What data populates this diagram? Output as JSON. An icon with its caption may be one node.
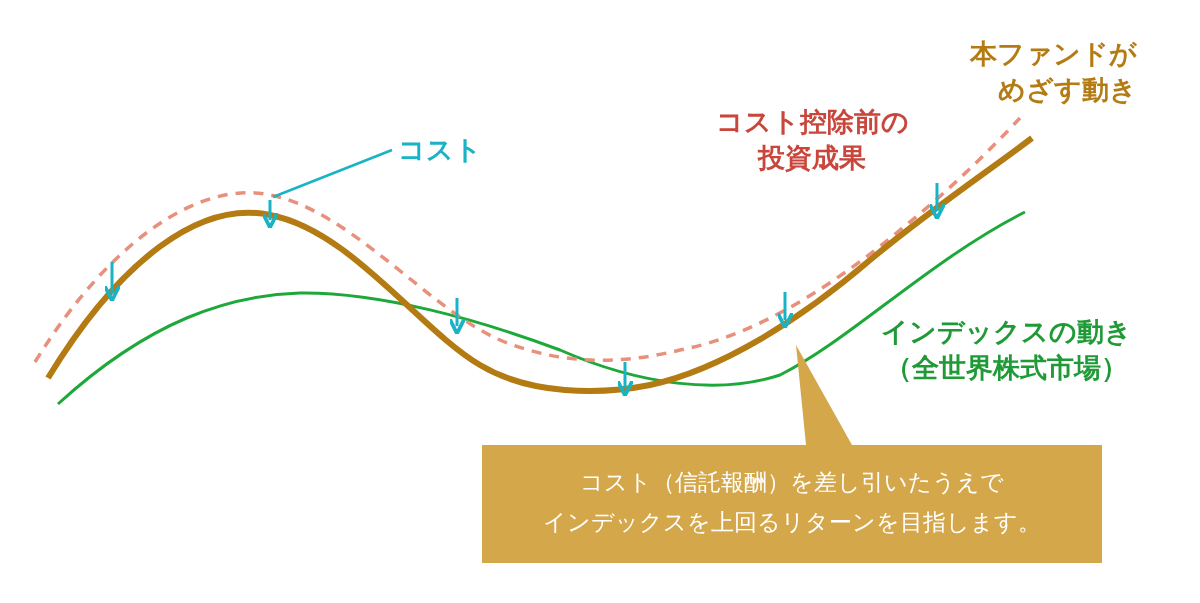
{
  "diagram": {
    "nodes": [
      {
        "text": [
          "コスト"
        ]
      },
      {
        "text": [
          "コスト（信託報酬）を差し引いたうえでインデックスを上回るリターンを目指します。"
        ]
      },
      {
        "text": [],
        "shape": "arrow"
      }
    ],
    "edges": [
      {
        "from": 0,
        "to": 2,
        "arrow": "none"
      }
    ],
    "labels": [
      "本ファンドがめざす動き",
      "コスト控除前の投資成果",
      "インデックスの動き（全世界株式市場）"
    ]
  }
}
